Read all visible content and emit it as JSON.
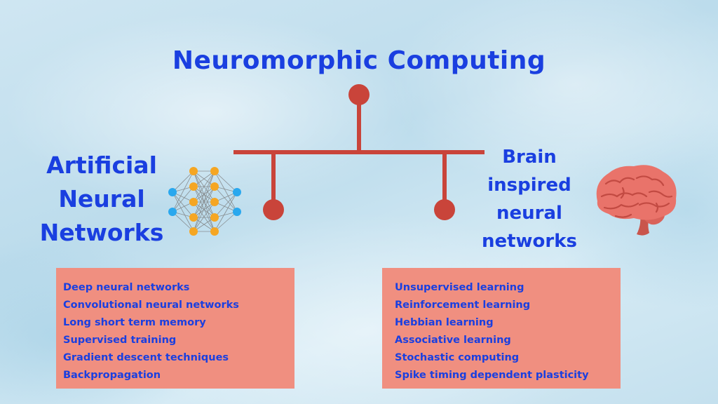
{
  "title": "Neuromorphic Computing",
  "left_branch": {
    "label": "Artificial Neural Networks",
    "items": [
      "Deep neural networks",
      "Convolutional neural networks",
      "Long short term memory",
      "Supervised training",
      "Gradient descent techniques",
      "Backpropagation"
    ]
  },
  "right_branch": {
    "label": "Brain inspired neural networks",
    "items": [
      "Unsupervised learning",
      "Reinforcement learning",
      "Hebbian learning",
      "Associative learning",
      "Stochastic computing",
      "Spike timing dependent plasticity"
    ]
  },
  "icons": {
    "left": "neural-network-icon",
    "right": "brain-icon"
  },
  "colors": {
    "text": "#1a3fe0",
    "connector": "#c9443a",
    "box": "#f08f80",
    "node_orange": "#f5a623",
    "node_blue": "#2aa8ee",
    "brain": "#e9736a"
  }
}
